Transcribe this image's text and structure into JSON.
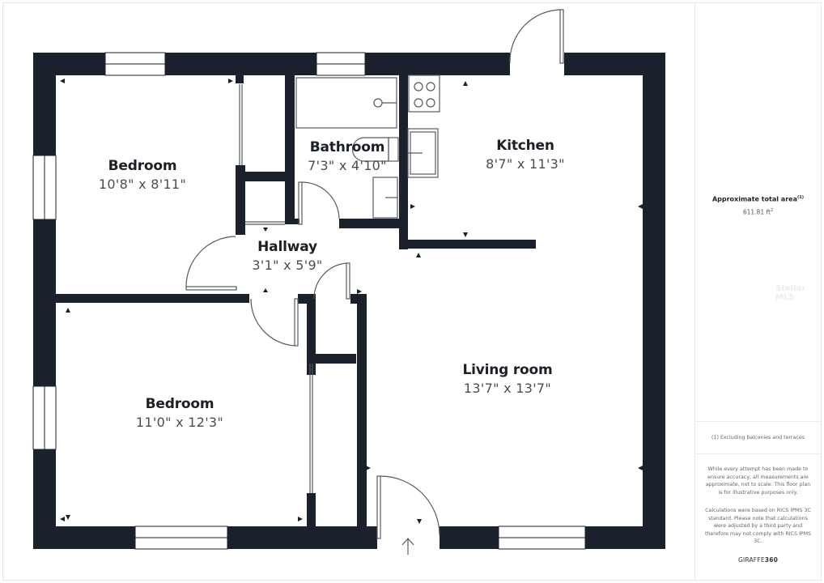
{
  "floorplan": {
    "colors": {
      "wall": "#1b212c",
      "background": "#ffffff",
      "fixture_line": "#6b6f75"
    },
    "rooms": [
      {
        "id": "bedroom-1",
        "name": "Bedroom",
        "dimensions": "10'8\" x 8'11\""
      },
      {
        "id": "bathroom",
        "name": "Bathroom",
        "dimensions": "7'3\" x 4'10\""
      },
      {
        "id": "kitchen",
        "name": "Kitchen",
        "dimensions": "8'7\" x 11'3\""
      },
      {
        "id": "hallway",
        "name": "Hallway",
        "dimensions": "3'1\" x 5'9\""
      },
      {
        "id": "bedroom-2",
        "name": "Bedroom",
        "dimensions": "11'0\" x 12'3\""
      },
      {
        "id": "living-room",
        "name": "Living room",
        "dimensions": "13'7\" x 13'7\""
      }
    ]
  },
  "sidebar": {
    "area_title": "Approximate total area",
    "area_footnote_marker": "(1)",
    "area_value": "611.81 ft",
    "area_unit_sup": "2",
    "footnote": "(1) Excluding balconies and terraces",
    "disclaimer_1": "While every attempt has been made to ensure accuracy, all measurements are approximate, not to scale. This floor plan is for illustrative purposes only.",
    "disclaimer_2": "Calculations were based on RICS IPMS 3C standard. Please note that calculations were adjusted by a third party and therefore may not comply with RICS IPMS 3C.",
    "brand_prefix": "GIRAFFE",
    "brand_suffix": "360"
  },
  "watermark": "Stellar MLS"
}
